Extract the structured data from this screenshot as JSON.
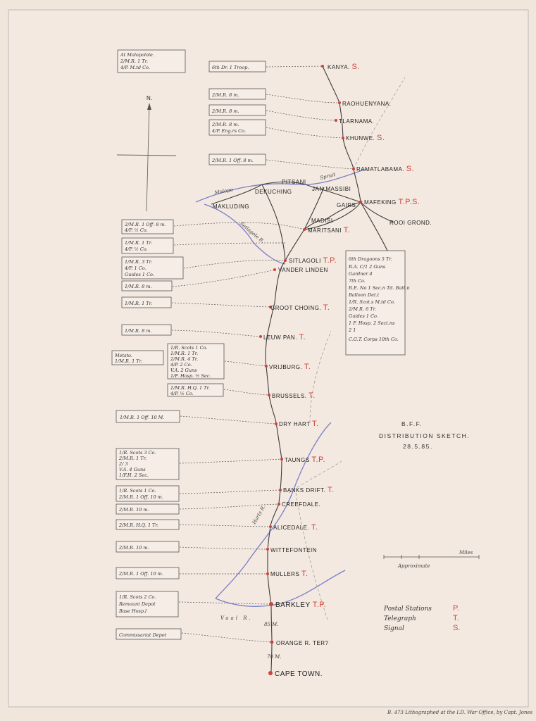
{
  "title": {
    "line1": "B.F.F.",
    "line2": "DISTRIBUTION SKETCH.",
    "line3": "28.5.85."
  },
  "north": "N.",
  "rivers": {
    "molopo": "Molopo",
    "spruit": "Spruit",
    "setlagole": "Setlagole R.",
    "harts": "Harts R.",
    "vaal": "Vaal R."
  },
  "stations": [
    {
      "name": "KANYA.",
      "codes": "S."
    },
    {
      "name": "RAOHUENYANA.",
      "codes": ""
    },
    {
      "name": "TLARNAMA.",
      "codes": ""
    },
    {
      "name": "KHUNWE.",
      "codes": "S."
    },
    {
      "name": "RAMATLABAMA.",
      "codes": "S."
    },
    {
      "name": "PITSANI",
      "codes": ""
    },
    {
      "name": "JAN MASSIBI",
      "codes": ""
    },
    {
      "name": "DEKUCHING",
      "codes": ""
    },
    {
      "name": "MAKLUDING",
      "codes": ""
    },
    {
      "name": "GAIRS",
      "codes": ""
    },
    {
      "name": "MAFEKING",
      "codes": "T.P.S."
    },
    {
      "name": "ROOI GROND.",
      "codes": ""
    },
    {
      "name": "MADISI",
      "codes": ""
    },
    {
      "name": "MARITSANI",
      "codes": "T."
    },
    {
      "name": "SITLAGOLI",
      "codes": "T.P."
    },
    {
      "name": "VANDER LINDEN",
      "codes": ""
    },
    {
      "name": "GROOT CHOING.",
      "codes": "T."
    },
    {
      "name": "LEUW PAN.",
      "codes": "T."
    },
    {
      "name": "VRIJBURG.",
      "codes": "T."
    },
    {
      "name": "BRUSSELS.",
      "codes": "T."
    },
    {
      "name": "DRY HART",
      "codes": "T."
    },
    {
      "name": "TAUNGS",
      "codes": "T.P."
    },
    {
      "name": "BANKS DRIFT.",
      "codes": "T."
    },
    {
      "name": "CREEFDALE.",
      "codes": ""
    },
    {
      "name": "ALICEDALE.",
      "codes": "T."
    },
    {
      "name": "WITTEFONTEIN",
      "codes": ""
    },
    {
      "name": "MULLERS",
      "codes": "T."
    },
    {
      "name": "BARKLEY",
      "codes": "T.P."
    },
    {
      "name": "ORANGE R. TER?",
      "codes": ""
    },
    {
      "name": "CAPE TOWN.",
      "codes": ""
    }
  ],
  "distances": [
    "85 M.",
    "70 M."
  ],
  "boxes": [
    [
      "At Molopolole.",
      "2/M.R.  1 Tr.",
      "4/P. M.td Co."
    ],
    [
      "6th Dr. 1 Troop."
    ],
    [
      "2/M.R.  8 m."
    ],
    [
      "2/M.R.  8 m."
    ],
    [
      "2/M.R.  8 m.",
      "4/P. Eng.rs Co."
    ],
    [
      "2/M.R. 1 Off. 8 m."
    ],
    [
      "2/M.R. 1 Off. 8 m.",
      "4/P.  ½ Co."
    ],
    [
      "1/M.R.  1 Tr.",
      "4/P.  ½ Co."
    ],
    [
      "1/M.R.  3 Tr.",
      "4/P.  1 Co.",
      "Guides 1 Co."
    ],
    [
      "1/M.R.  8 m."
    ],
    [
      "1/M.R.  1 Tr."
    ],
    [
      "1/M.R.  8 m."
    ],
    [
      "Metsto.",
      "1/M.R.  1 Tr."
    ],
    [
      "1/R. Scots 1 Co.",
      "1/M.R.  1 Tr.",
      "2/M.R.  4 Tr.",
      "4/P.  2 Co.",
      "V.A.  2 Guns",
      "1/F. Hosp. ½ Sec."
    ],
    [
      "1/M.R. H.Q. 1 Tr.",
      "4/P.  ½ Co."
    ],
    [
      "1/M.R. 1 Off. 10 M."
    ],
    [
      "1/R. Scots 3 Co.",
      "2/M.R.  1 Tr.",
      "2/  3",
      "V.A.  4 Guns",
      "1/F.H.  2 Sec."
    ],
    [
      "1/R. Scots 1 Co.",
      "2/M.R. 1 Off. 10 m."
    ],
    [
      "2/M.R.  10 m."
    ],
    [
      "2/M.R. H.Q. 1 Tr."
    ],
    [
      "2/M.R.  10 m."
    ],
    [
      "2/M.R. 1 Off. 10 m."
    ],
    [
      "1/R. Scots 2 Co.",
      "Remount Depot",
      "Base Hosp.l"
    ],
    [
      "Commissariat Depot"
    ]
  ],
  "mafeking_garrison": [
    "6th Dragoons 5 Tr.",
    "R.A.  C/1  2 Guns",
    "Gardner 4",
    "7th Co.",
    "R.E.  No 1 Sec.n Td. Batt.n",
    "Balloon Det.t",
    "1/R. Scot.s M.td Co.",
    "2/M.R.  6 Tr.",
    "Guides  1 Co.",
    "1 F. Hosp.  2 Sect.ns",
    "2  1",
    "C.G.T. Corps 10th Co."
  ],
  "scale": {
    "label": "Approximate",
    "miles": "Miles"
  },
  "legend": [
    {
      "label": "Postal Stations",
      "code": "P."
    },
    {
      "label": "Telegraph",
      "code": "T."
    },
    {
      "label": "Signal",
      "code": "S."
    }
  ],
  "imprint": "B. 473  Lithographed at the I.D. War Office, by Capt. Jones",
  "colors": {
    "paper": "#f1e6dc",
    "rail": "#3c3c3c",
    "river": "#7a7fc8",
    "station": "#d0413a"
  }
}
